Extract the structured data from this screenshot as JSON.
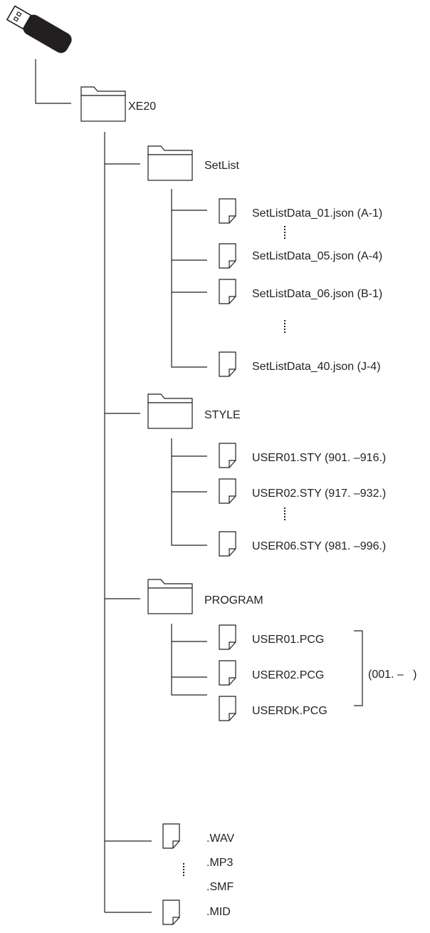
{
  "root": {
    "label": "XE20"
  },
  "folders": {
    "setlist": {
      "label": "SetList",
      "files": [
        "SetListData_01.json (A-1)",
        "SetListData_05.json (A-4)",
        "SetListData_06.json (B-1)",
        "SetListData_40.json (J-4)"
      ]
    },
    "style": {
      "label": "STYLE",
      "files": [
        "USER01.STY (901. –916.)",
        "USER02.STY (917. –932.)",
        "USER06.STY (981. –996.)"
      ]
    },
    "program": {
      "label": "PROGRAM",
      "files": [
        "USER01.PCG",
        "USER02.PCG",
        "USERDK.PCG"
      ],
      "range": "(001. –   )"
    }
  },
  "audio_files": [
    ".WAV",
    ".MP3",
    ".SMF",
    ".MID"
  ],
  "icons": {
    "usb": "usb-drive-icon",
    "folder": "folder-icon",
    "file": "file-icon",
    "ellipsis": "vertical-dots-icon"
  }
}
